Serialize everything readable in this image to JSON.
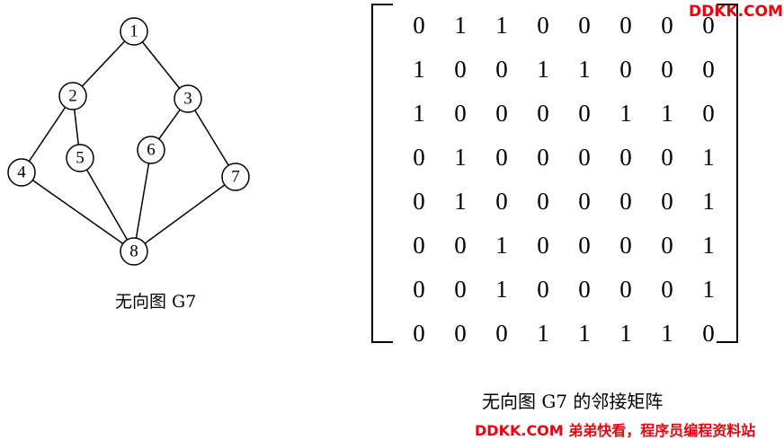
{
  "graph": {
    "nodes": [
      "1",
      "2",
      "3",
      "4",
      "5",
      "6",
      "7",
      "8"
    ],
    "edges": [
      [
        "1",
        "2"
      ],
      [
        "1",
        "3"
      ],
      [
        "2",
        "4"
      ],
      [
        "2",
        "5"
      ],
      [
        "3",
        "6"
      ],
      [
        "3",
        "7"
      ],
      [
        "4",
        "8"
      ],
      [
        "5",
        "8"
      ],
      [
        "6",
        "8"
      ],
      [
        "7",
        "8"
      ]
    ],
    "caption": "无向图 G7"
  },
  "matrix": {
    "rows": [
      [
        "0",
        "1",
        "1",
        "0",
        "0",
        "0",
        "0",
        "0"
      ],
      [
        "1",
        "0",
        "0",
        "1",
        "1",
        "0",
        "0",
        "0"
      ],
      [
        "1",
        "0",
        "0",
        "0",
        "0",
        "1",
        "1",
        "0"
      ],
      [
        "0",
        "1",
        "0",
        "0",
        "0",
        "0",
        "0",
        "1"
      ],
      [
        "0",
        "1",
        "0",
        "0",
        "0",
        "0",
        "0",
        "1"
      ],
      [
        "0",
        "0",
        "1",
        "0",
        "0",
        "0",
        "0",
        "1"
      ],
      [
        "0",
        "0",
        "1",
        "0",
        "0",
        "0",
        "0",
        "1"
      ],
      [
        "0",
        "0",
        "0",
        "1",
        "1",
        "1",
        "1",
        "0"
      ]
    ],
    "caption": "无向图 G7 的邻接矩阵"
  },
  "watermark": {
    "top": "DDKK.COM",
    "bottom": "DDKK.COM 弟弟快看，程序员编程资料站"
  }
}
